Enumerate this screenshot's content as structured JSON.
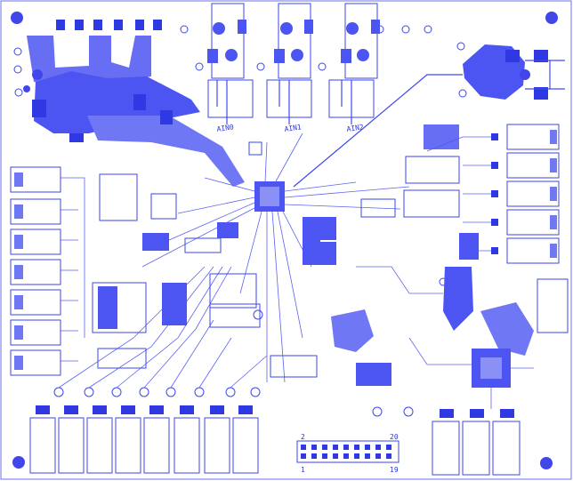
{
  "labels": {
    "ain0": "AIN0",
    "ain1": "AIN1",
    "ain2": "AIN2",
    "hdr_1": "1",
    "hdr_2": "2",
    "hdr_19": "19",
    "hdr_20": "20"
  },
  "colors": {
    "copper": "#4c55f2",
    "silkscreen": "#3d46ee",
    "background": "#ffffff"
  }
}
